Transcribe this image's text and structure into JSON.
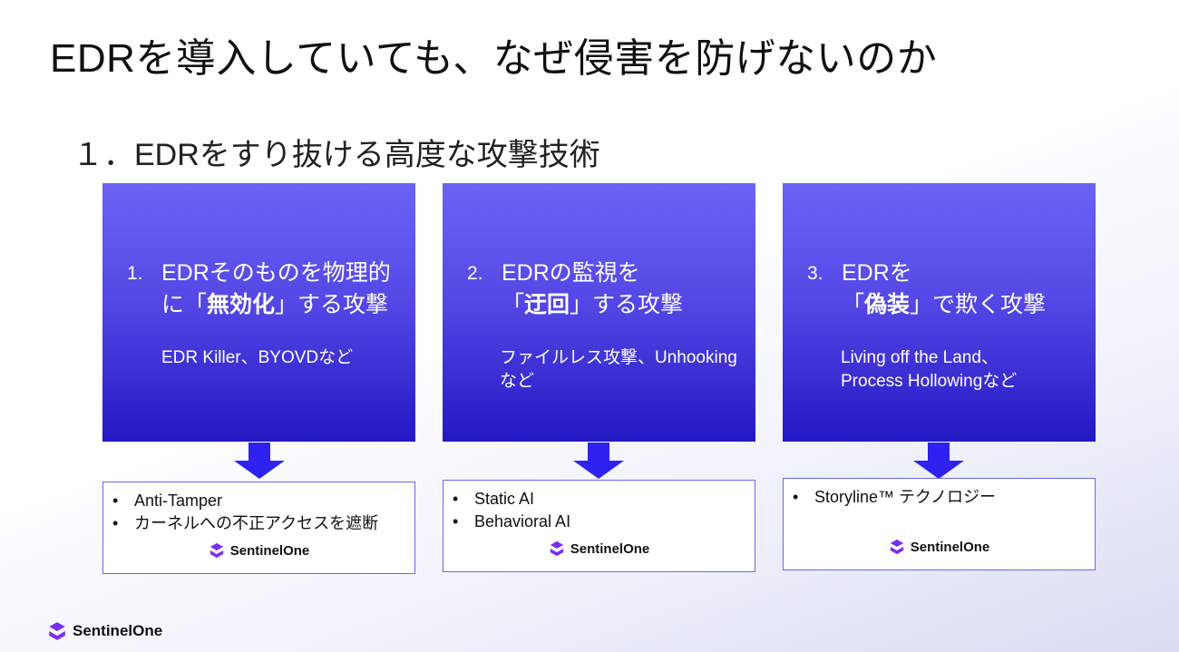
{
  "title": "EDRを導入していても、なぜ侵害を防げないのか",
  "subtitle": "１．EDRをすり抜ける高度な攻撃技術",
  "cards": [
    {
      "num": "1.",
      "line1": "EDRそのものを物理的",
      "pre": "に「",
      "bold": "無効化",
      "post": "」する攻撃",
      "desc": "EDR Killer、BYOVDなど",
      "countermeasures": [
        "Anti-Tamper",
        "カーネルへの不正アクセスを遮断"
      ]
    },
    {
      "num": "2.",
      "line1": "EDRの監視を",
      "pre": "「",
      "bold": "迂回",
      "post": "」する攻撃",
      "desc": "ファイルレス攻撃、Unhooking など",
      "countermeasures": [
        "Static AI",
        "Behavioral AI"
      ]
    },
    {
      "num": "3.",
      "line1": "EDRを",
      "pre": "「",
      "bold": "偽装",
      "post": "」で欺く攻撃",
      "desc": "Living off the Land、Process Hollowingなど",
      "countermeasures": [
        "Storyline™ テクノロジー"
      ]
    }
  ],
  "brand": "SentinelOne",
  "colors": {
    "arrow": "#2e22f0",
    "card_top": "#6b63f5",
    "card_bottom": "#2418c4",
    "logo": "#7b2ff0"
  }
}
